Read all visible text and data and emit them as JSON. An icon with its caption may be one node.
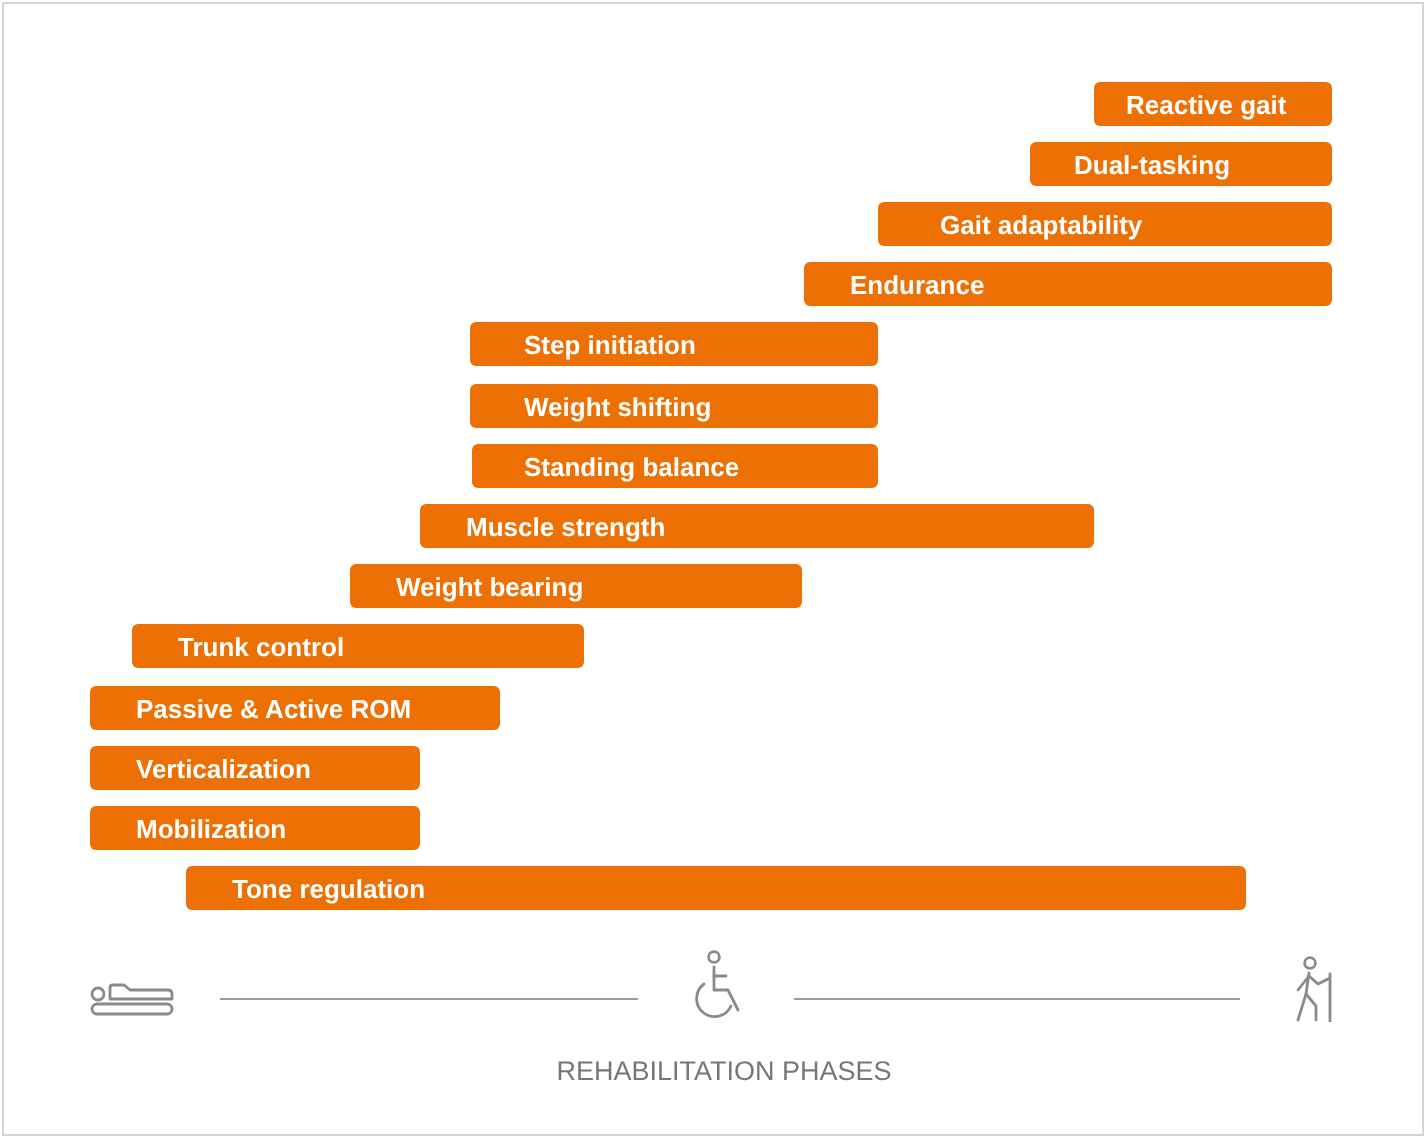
{
  "diagram": {
    "nodes": [
      {
        "text": [
          "Reactive gait"
        ]
      },
      {
        "text": [
          "Dual-tasking"
        ]
      },
      {
        "text": [
          "Gait adaptability"
        ]
      },
      {
        "text": [
          "Endurance"
        ]
      },
      {
        "text": [
          "Step initiation"
        ]
      },
      {
        "text": [
          "Weight shifting"
        ]
      },
      {
        "text": [
          "Standing balance"
        ]
      },
      {
        "text": [
          "Muscle strength"
        ]
      },
      {
        "text": [
          "Weight bearing"
        ]
      },
      {
        "text": [
          "Trunk control"
        ]
      },
      {
        "text": [
          "Passive & Active ROM"
        ]
      },
      {
        "text": [
          "Verticalization"
        ]
      },
      {
        "text": [
          "Mobilization"
        ]
      },
      {
        "text": [
          "Tone regulation"
        ]
      }
    ],
    "labels": [
      "REHABILITATION PHASES"
    ]
  }
}
